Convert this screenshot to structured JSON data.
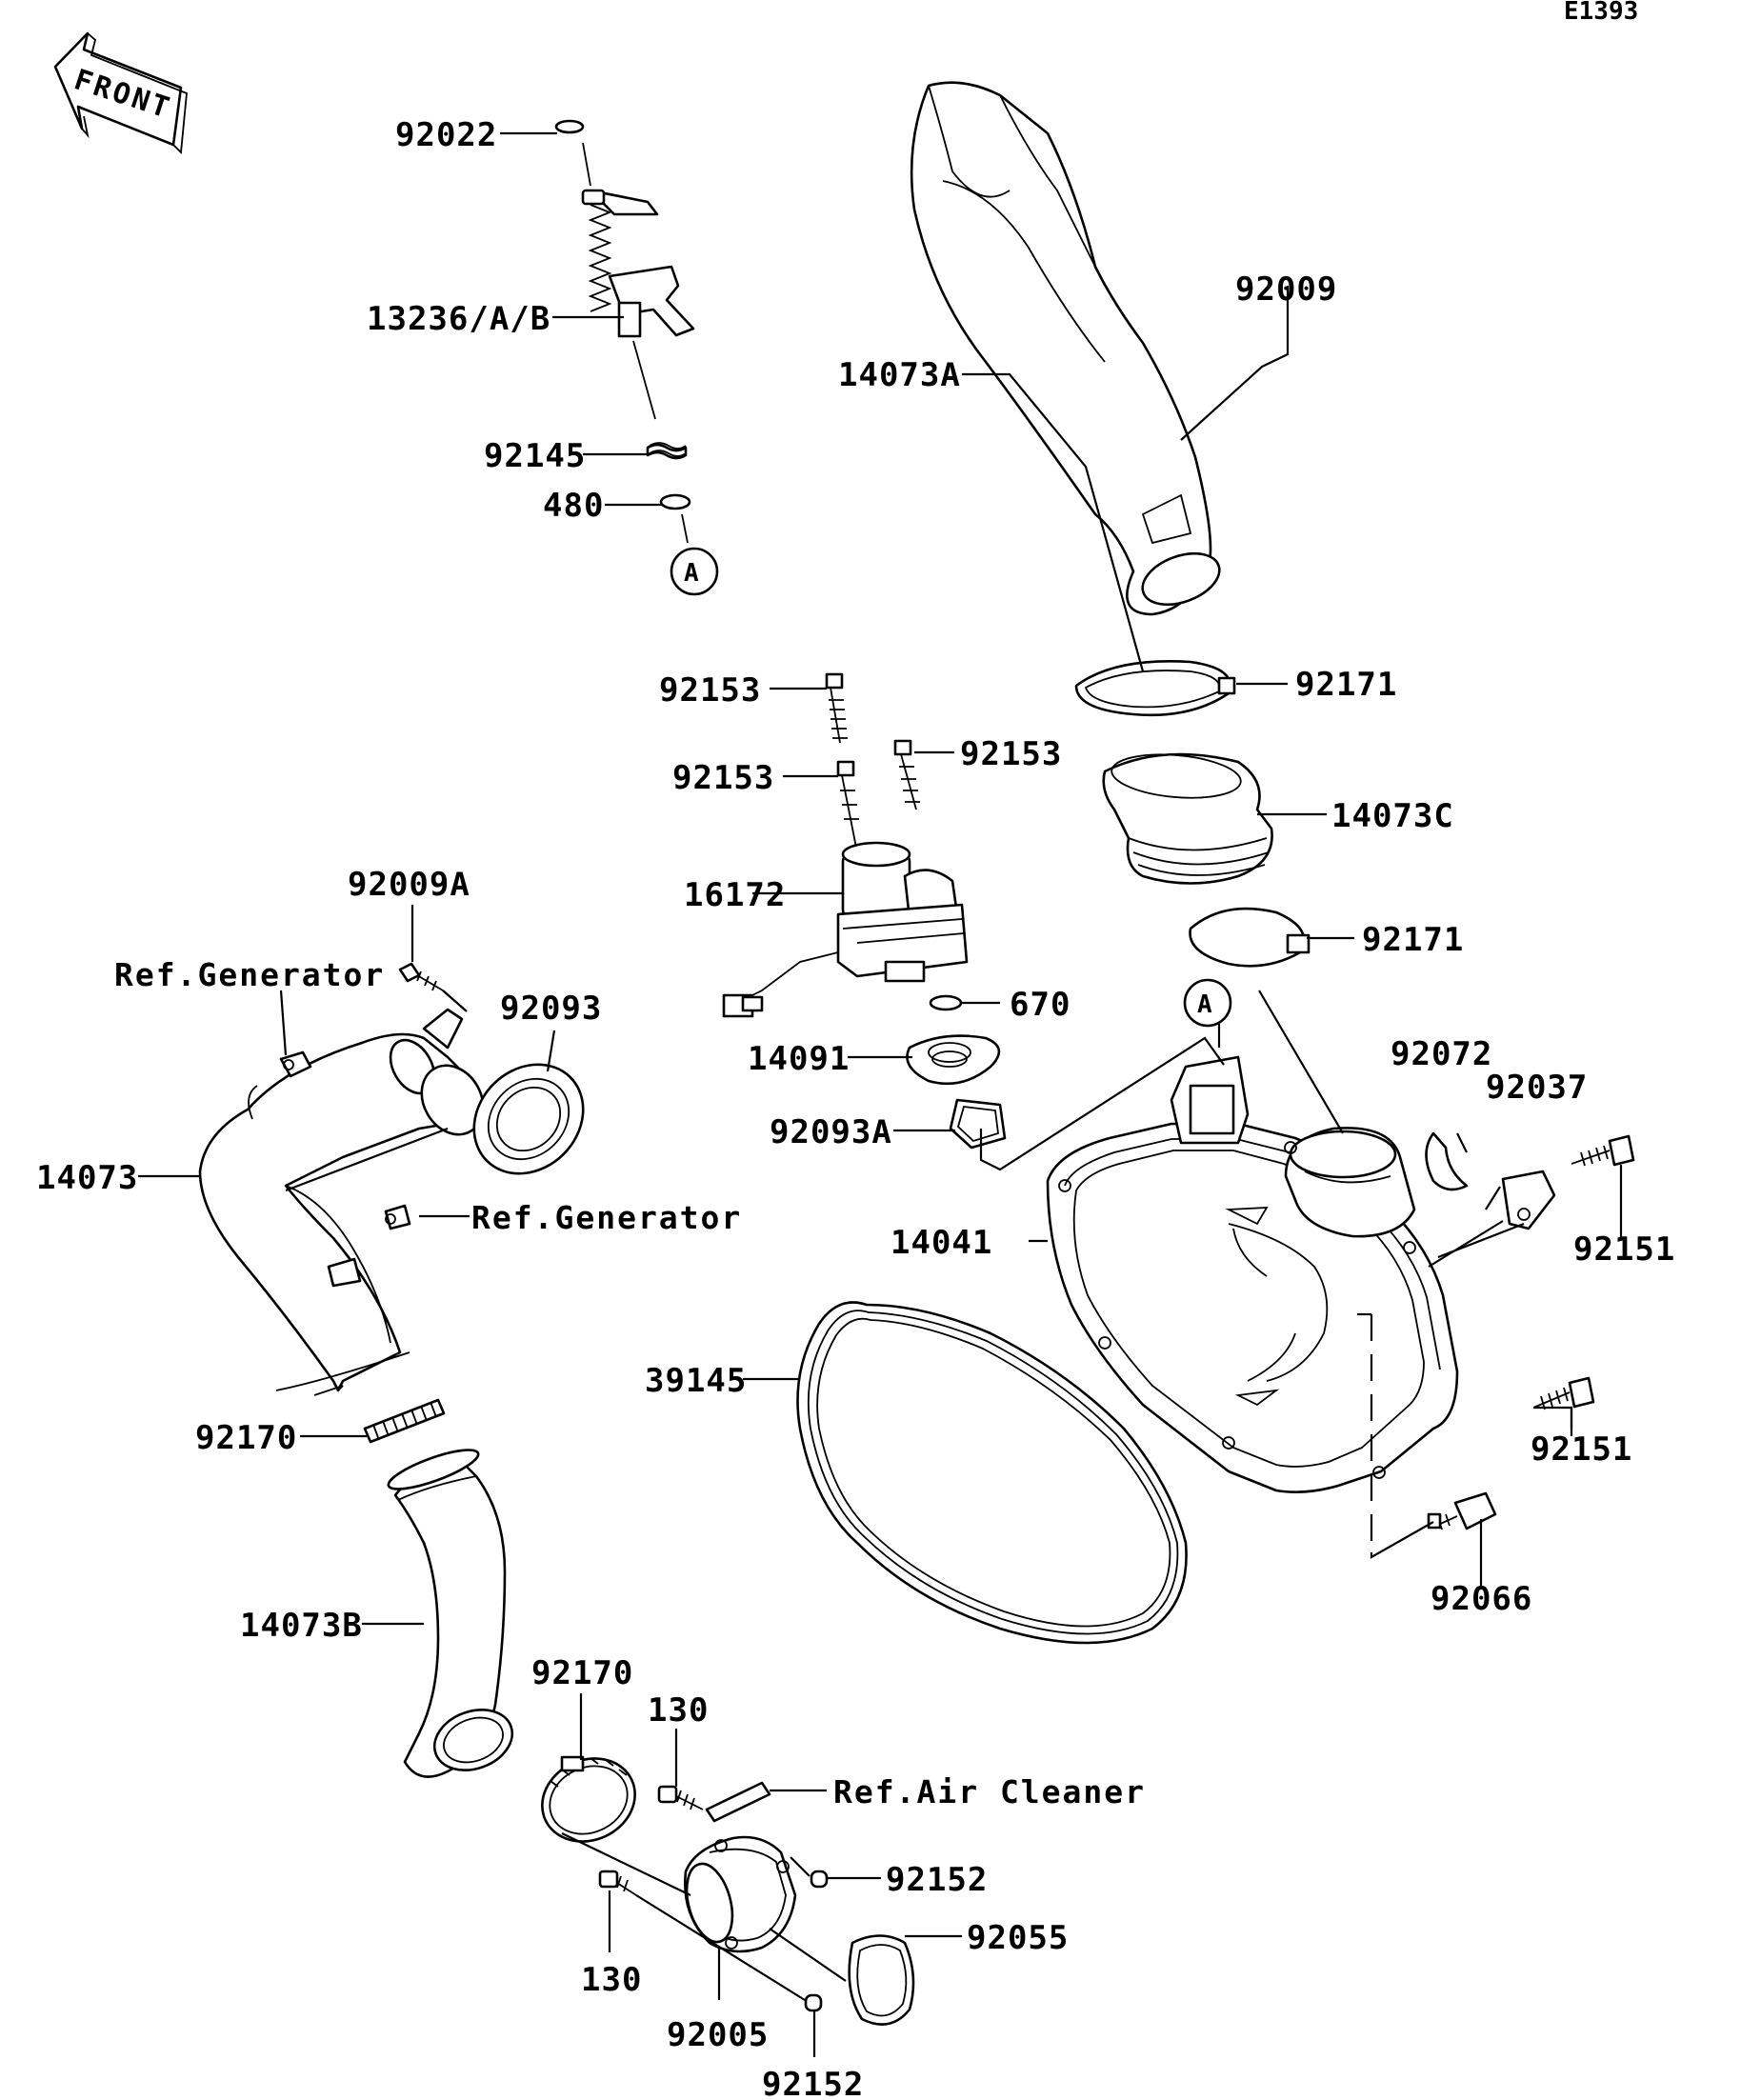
{
  "diagram_code": "E1393",
  "front_arrow_label": "FRONT",
  "callout_marker": "A",
  "labels": {
    "p92022": "92022",
    "p13236": "13236/A/B",
    "p92145": "92145",
    "p480": "480",
    "p14073A": "14073A",
    "p92009": "92009",
    "p92153_top": "92153",
    "p92153_right": "92153",
    "p92153_mid": "92153",
    "p92171_top": "92171",
    "p14073C": "14073C",
    "p16172": "16172",
    "p92171_bot": "92171",
    "p92009A": "92009A",
    "ref_generator_1": "Ref.Generator",
    "p92093": "92093",
    "p670": "670",
    "p14091": "14091",
    "p92072": "92072",
    "p92037": "92037",
    "p92093A": "92093A",
    "p14073": "14073",
    "ref_generator_2": "Ref.Generator",
    "p14041": "14041",
    "p92151_top": "92151",
    "p39145": "39145",
    "p92170_left": "92170",
    "p92151_bot": "92151",
    "p92066": "92066",
    "p14073B": "14073B",
    "p92170_bot": "92170",
    "p130_top": "130",
    "ref_air_cleaner": "Ref.Air Cleaner",
    "p92152_top": "92152",
    "p92055": "92055",
    "p130_bot": "130",
    "p92005": "92005",
    "p92152_bot": "92152"
  }
}
